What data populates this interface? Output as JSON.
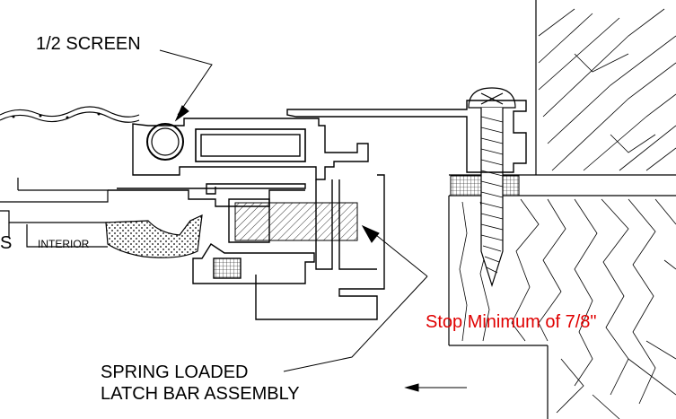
{
  "labels": {
    "screen": "1/2 SCREEN",
    "interior": "INTERIOR",
    "left_cut": "S",
    "latch_line1": "SPRING LOADED",
    "latch_line2": "LATCH BAR ASSEMBLY",
    "stop_note": "Stop Minimum of 7/8\""
  },
  "colors": {
    "ink": "#000000",
    "note": "#e00000",
    "background": "#ffffff"
  },
  "icons": {
    "screw": "pan-head-screw",
    "wood": "wood-grain-hatch",
    "stipple": "dot-stipple-fill",
    "latch": "diagonal-hatch-block"
  }
}
